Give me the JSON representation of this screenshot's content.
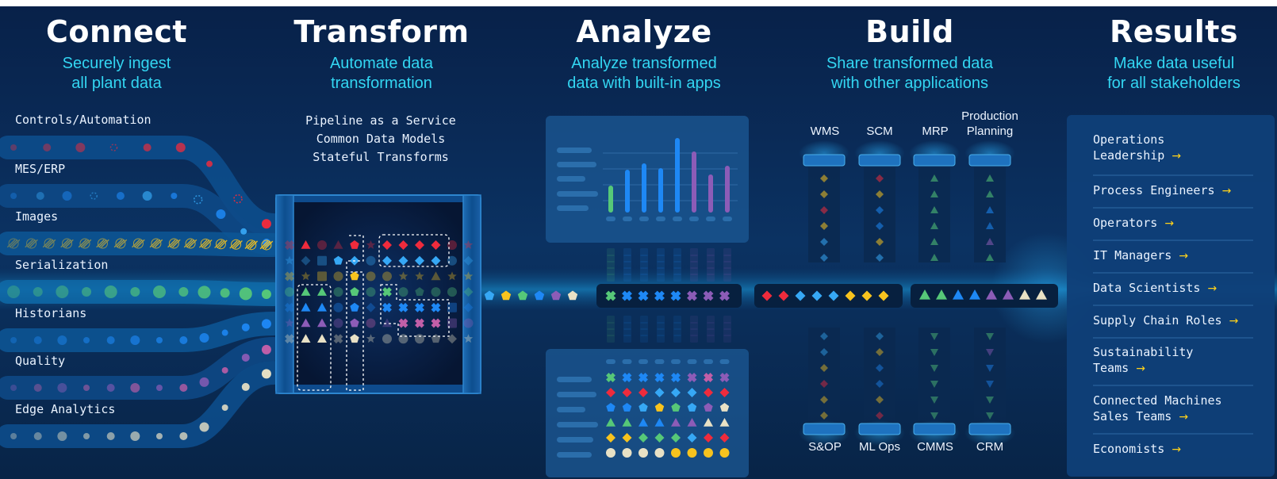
{
  "stages": [
    {
      "title": "Connect",
      "subtitle": "Securely ingest\nall plant data"
    },
    {
      "title": "Transform",
      "subtitle": "Automate data\ntransformation"
    },
    {
      "title": "Analyze",
      "subtitle": "Analyze transformed\ndata with built-in apps"
    },
    {
      "title": "Build",
      "subtitle": "Share transformed data\nwith other applications"
    },
    {
      "title": "Results",
      "subtitle": "Make data useful\nfor all stakeholders"
    }
  ],
  "sources": [
    "Controls/Automation",
    "MES/ERP",
    "Images",
    "Serialization",
    "Historians",
    "Quality",
    "Edge Analytics"
  ],
  "pipeline": [
    "Pipeline as a Service",
    "Common Data Models",
    "Stateful Transforms"
  ],
  "apps_top": [
    "WMS",
    "SCM",
    "MRP",
    "Production\nPlanning"
  ],
  "apps_bottom": [
    "S&OP",
    "ML Ops",
    "CMMS",
    "CRM"
  ],
  "results": [
    "Operations\nLeadership",
    "Process Engineers",
    "Operators",
    "IT Managers",
    "Data Scientists",
    "Supply Chain Roles",
    "Sustainability\nTeams",
    "Connected Machines\nSales Teams",
    "Economists"
  ],
  "arrow_icon": "→",
  "colors": {
    "background": "#0a2a56",
    "heading": "#ffffff",
    "subtitle": "#33d6f2",
    "arrow": "#ffd21a",
    "red": "#ef2b3c",
    "blue": "#1e88f5",
    "lightblue": "#36a8f5",
    "yellow": "#f7c31e",
    "green": "#56c878",
    "purple": "#8c5cb7",
    "cream": "#e8e1c5",
    "magenta": "#c25fa8"
  }
}
